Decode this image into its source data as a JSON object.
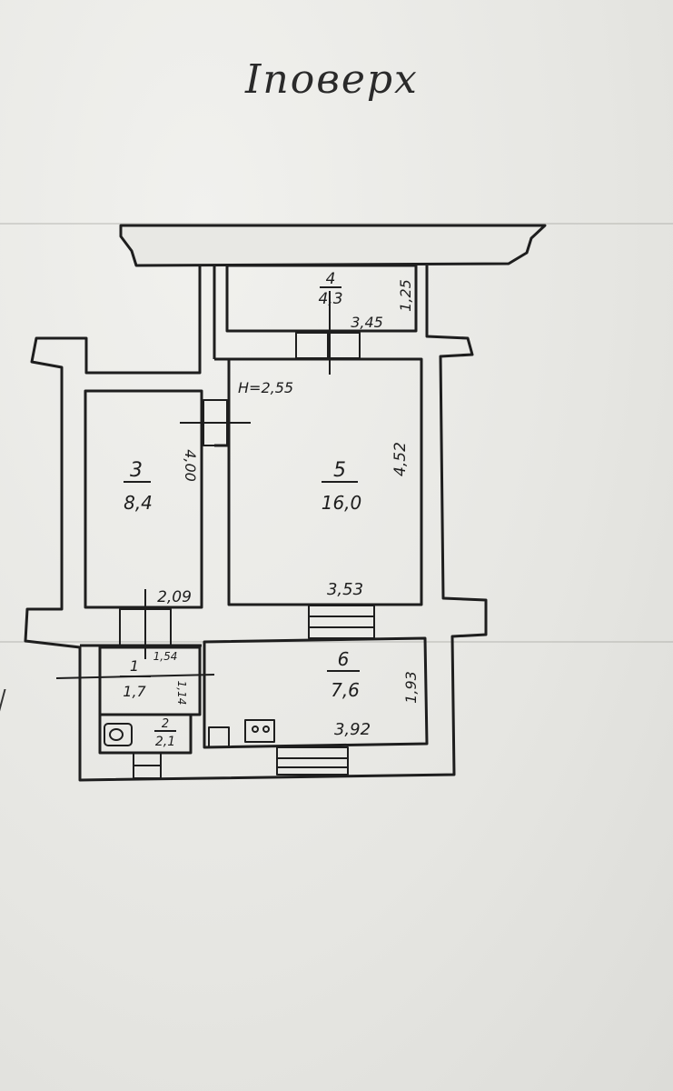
{
  "title": "Іповерх",
  "height_note": "H=2,55",
  "rooms": [
    {
      "number": "1",
      "area": "1,7"
    },
    {
      "number": "2",
      "area": "2,1"
    },
    {
      "number": "3",
      "area": "8,4"
    },
    {
      "number": "4",
      "area": "4,3"
    },
    {
      "number": "5",
      "area": "16,0"
    },
    {
      "number": "6",
      "area": "7,6"
    }
  ],
  "dimensions": {
    "r4_width": "3,45",
    "r4_depth": "1,25",
    "r3_length": "4,00",
    "r3_width": "2,09",
    "r5_length": "4,52",
    "r5_width": "3,53",
    "r6_width": "3,92",
    "r6_depth": "1,93",
    "r1_width": "1,54",
    "r1_depth": "1,14"
  },
  "colors": {
    "ink": "#1e1e1e",
    "paper": "#e9e9e6"
  }
}
